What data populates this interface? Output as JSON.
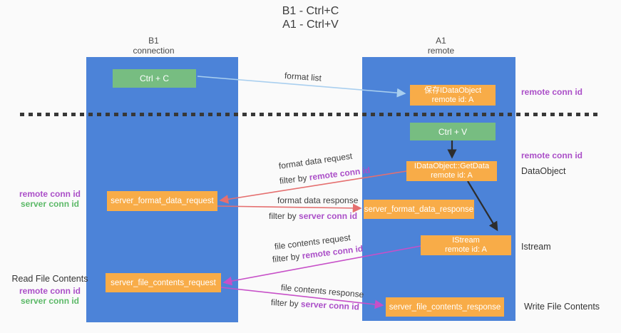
{
  "title": {
    "line1": "B1 - Ctrl+C",
    "line2": "A1 - Ctrl+V"
  },
  "columns": {
    "left": {
      "name": "B1",
      "role": "connection"
    },
    "right": {
      "name": "A1",
      "role": "remote"
    }
  },
  "nodes": {
    "ctrl_c": {
      "label": "Ctrl + C"
    },
    "save_dataobject": {
      "line1": "保存IDataObject",
      "line2": "remote id: A"
    },
    "ctrl_v": {
      "label": "Ctrl + V"
    },
    "getdata": {
      "line1": "IDataObject::GetData",
      "line2": "remote id: A"
    },
    "server_format_data_request": {
      "label": "server_format_data_request"
    },
    "server_format_data_response": {
      "label": "server_format_data_response"
    },
    "istream": {
      "line1": "IStream",
      "line2": "remote id: A"
    },
    "server_file_contents_request": {
      "label": "server_file_contents_request"
    },
    "server_file_contents_response": {
      "label": "server_file_contents_response"
    }
  },
  "flow_labels": {
    "format_list": "format list",
    "format_data_request": "format data request",
    "format_data_response": "format data response",
    "file_contents_request": "file contents request",
    "file_contents_response": "file contents response",
    "filter_by": "filter by",
    "remote_conn_id": "remote conn id",
    "server_conn_id": "server conn id"
  },
  "side_labels": {
    "remote_conn_id": "remote conn id",
    "server_conn_id": "server conn id",
    "data_object": "DataObject",
    "istream": "Istream",
    "read_file_contents": "Read File Contents",
    "write_file_contents": "Write File Contents"
  },
  "colors": {
    "column_blue": "#4C83D8",
    "node_green": "#77BD81",
    "node_orange": "#F8AC48",
    "arrow_light_blue": "#A9CFEF",
    "arrow_salmon": "#E56F6F",
    "arrow_magenta": "#C750C8",
    "arrow_black": "#2D2D2D",
    "label_purple": "#AB4FC8",
    "label_green": "#5CB968",
    "background": "#FAFAFA"
  }
}
